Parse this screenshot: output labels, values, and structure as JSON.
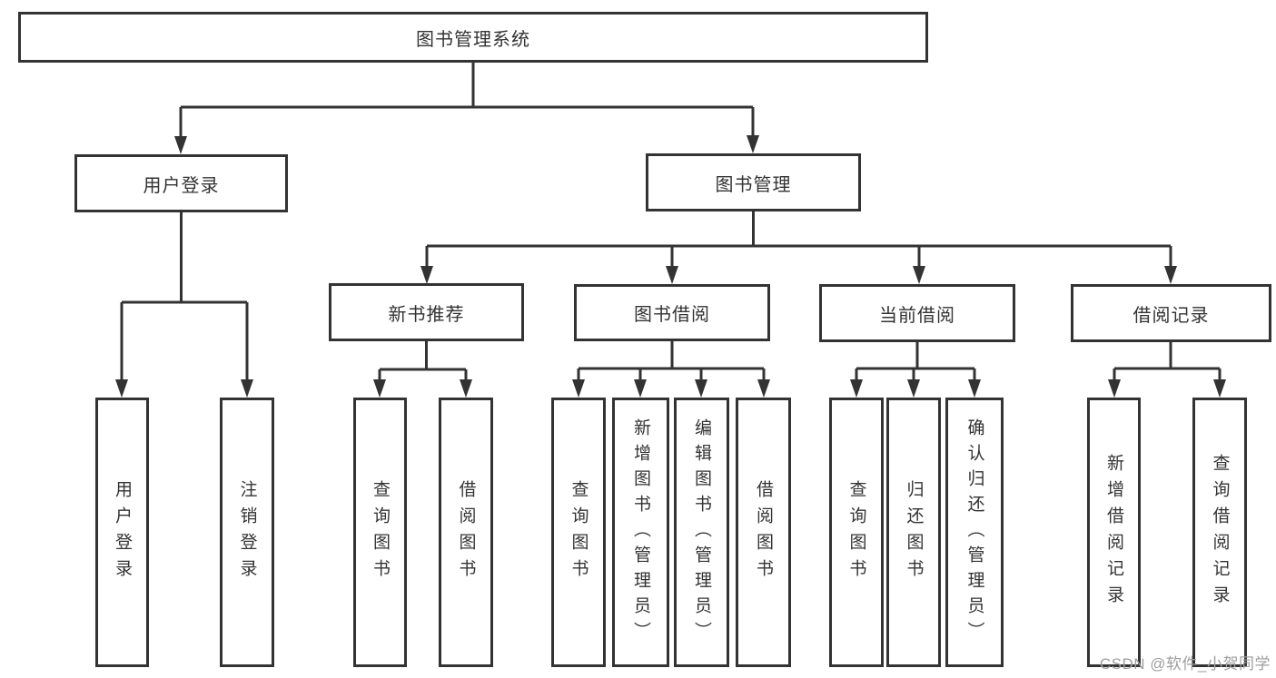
{
  "tree": {
    "label": "图书管理系统",
    "children": [
      {
        "label": "用户登录",
        "children": [
          {
            "label": "用户登录"
          },
          {
            "label": "注销登录"
          }
        ]
      },
      {
        "label": "图书管理",
        "children": [
          {
            "label": "新书推荐",
            "children": [
              {
                "label": "查询图书"
              },
              {
                "label": "借阅图书"
              }
            ]
          },
          {
            "label": "图书借阅",
            "children": [
              {
                "label": "查询图书"
              },
              {
                "label": "新增图书（管理员）"
              },
              {
                "label": "编辑图书（管理员）"
              },
              {
                "label": "借阅图书"
              }
            ]
          },
          {
            "label": "当前借阅",
            "children": [
              {
                "label": "查询图书"
              },
              {
                "label": "归还图书"
              },
              {
                "label": "确认归还（管理员）"
              }
            ]
          },
          {
            "label": "借阅记录",
            "children": [
              {
                "label": "新增借阅记录"
              },
              {
                "label": "查询借阅记录"
              }
            ]
          }
        ]
      }
    ]
  },
  "watermark": "CSDN @软件_小贺同学",
  "colors": {
    "line": "#333333",
    "box_border": "#333333",
    "box_background": "#ffffff",
    "text": "#333333",
    "watermark_text": "#9e9e9e"
  }
}
